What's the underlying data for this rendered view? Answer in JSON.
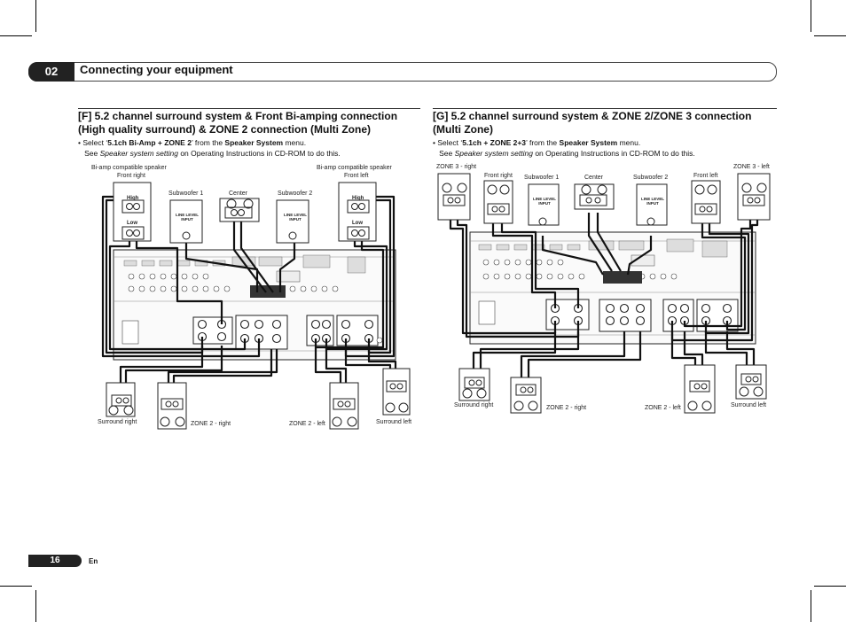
{
  "header": {
    "chapter": "02",
    "title": "Connecting your equipment"
  },
  "left": {
    "title": "[F] 5.2 channel surround system & Front Bi-amping connection (High quality surround) & ZONE 2 connection (Multi Zone)",
    "bullet_pre": "Select ‘",
    "bullet_bold": "5.1ch Bi-Amp + ZONE 2",
    "bullet_mid": "’ from the ",
    "bullet_menu": "Speaker System",
    "bullet_post": " menu.",
    "see_pre": "See ",
    "see_italic": "Speaker system setting",
    "see_post": " on Operating Instructions in CD-ROM to do this.",
    "labels": {
      "bi_amp_right": "Bi-amp compatible speaker",
      "front_right": "Front right",
      "bi_amp_left": "Bi-amp compatible speaker",
      "front_left": "Front left",
      "sub1": "Subwoofer 1",
      "center": "Center",
      "sub2": "Subwoofer 2",
      "high": "High",
      "low": "Low",
      "line_level": "LINE LEVEL",
      "input": "INPUT",
      "surround_right": "Surround right",
      "zone2_right": "ZONE 2 - right",
      "zone2_left": "ZONE 2 - left",
      "surround_left": "Surround left"
    }
  },
  "right": {
    "title": "[G] 5.2 channel surround system & ZONE 2/ZONE 3 connection (Multi Zone)",
    "bullet_pre": "Select ‘",
    "bullet_bold": "5.1ch + ZONE 2+3",
    "bullet_mid": "’ from the ",
    "bullet_menu": "Speaker System",
    "bullet_post": " menu.",
    "see_pre": "See ",
    "see_italic": "Speaker system setting",
    "see_post": " on Operating Instructions in CD-ROM to do this.",
    "labels": {
      "zone3_right": "ZONE 3 - right",
      "front_right": "Front right",
      "sub1": "Subwoofer 1",
      "center": "Center",
      "sub2": "Subwoofer 2",
      "front_left": "Front left",
      "zone3_left": "ZONE 3 - left",
      "surround_right": "Surround right",
      "zone2_right": "ZONE 2 - right",
      "zone2_left": "ZONE 2 - left",
      "surround_left": "Surround left"
    }
  },
  "footer": {
    "page": "16",
    "lang": "En"
  }
}
